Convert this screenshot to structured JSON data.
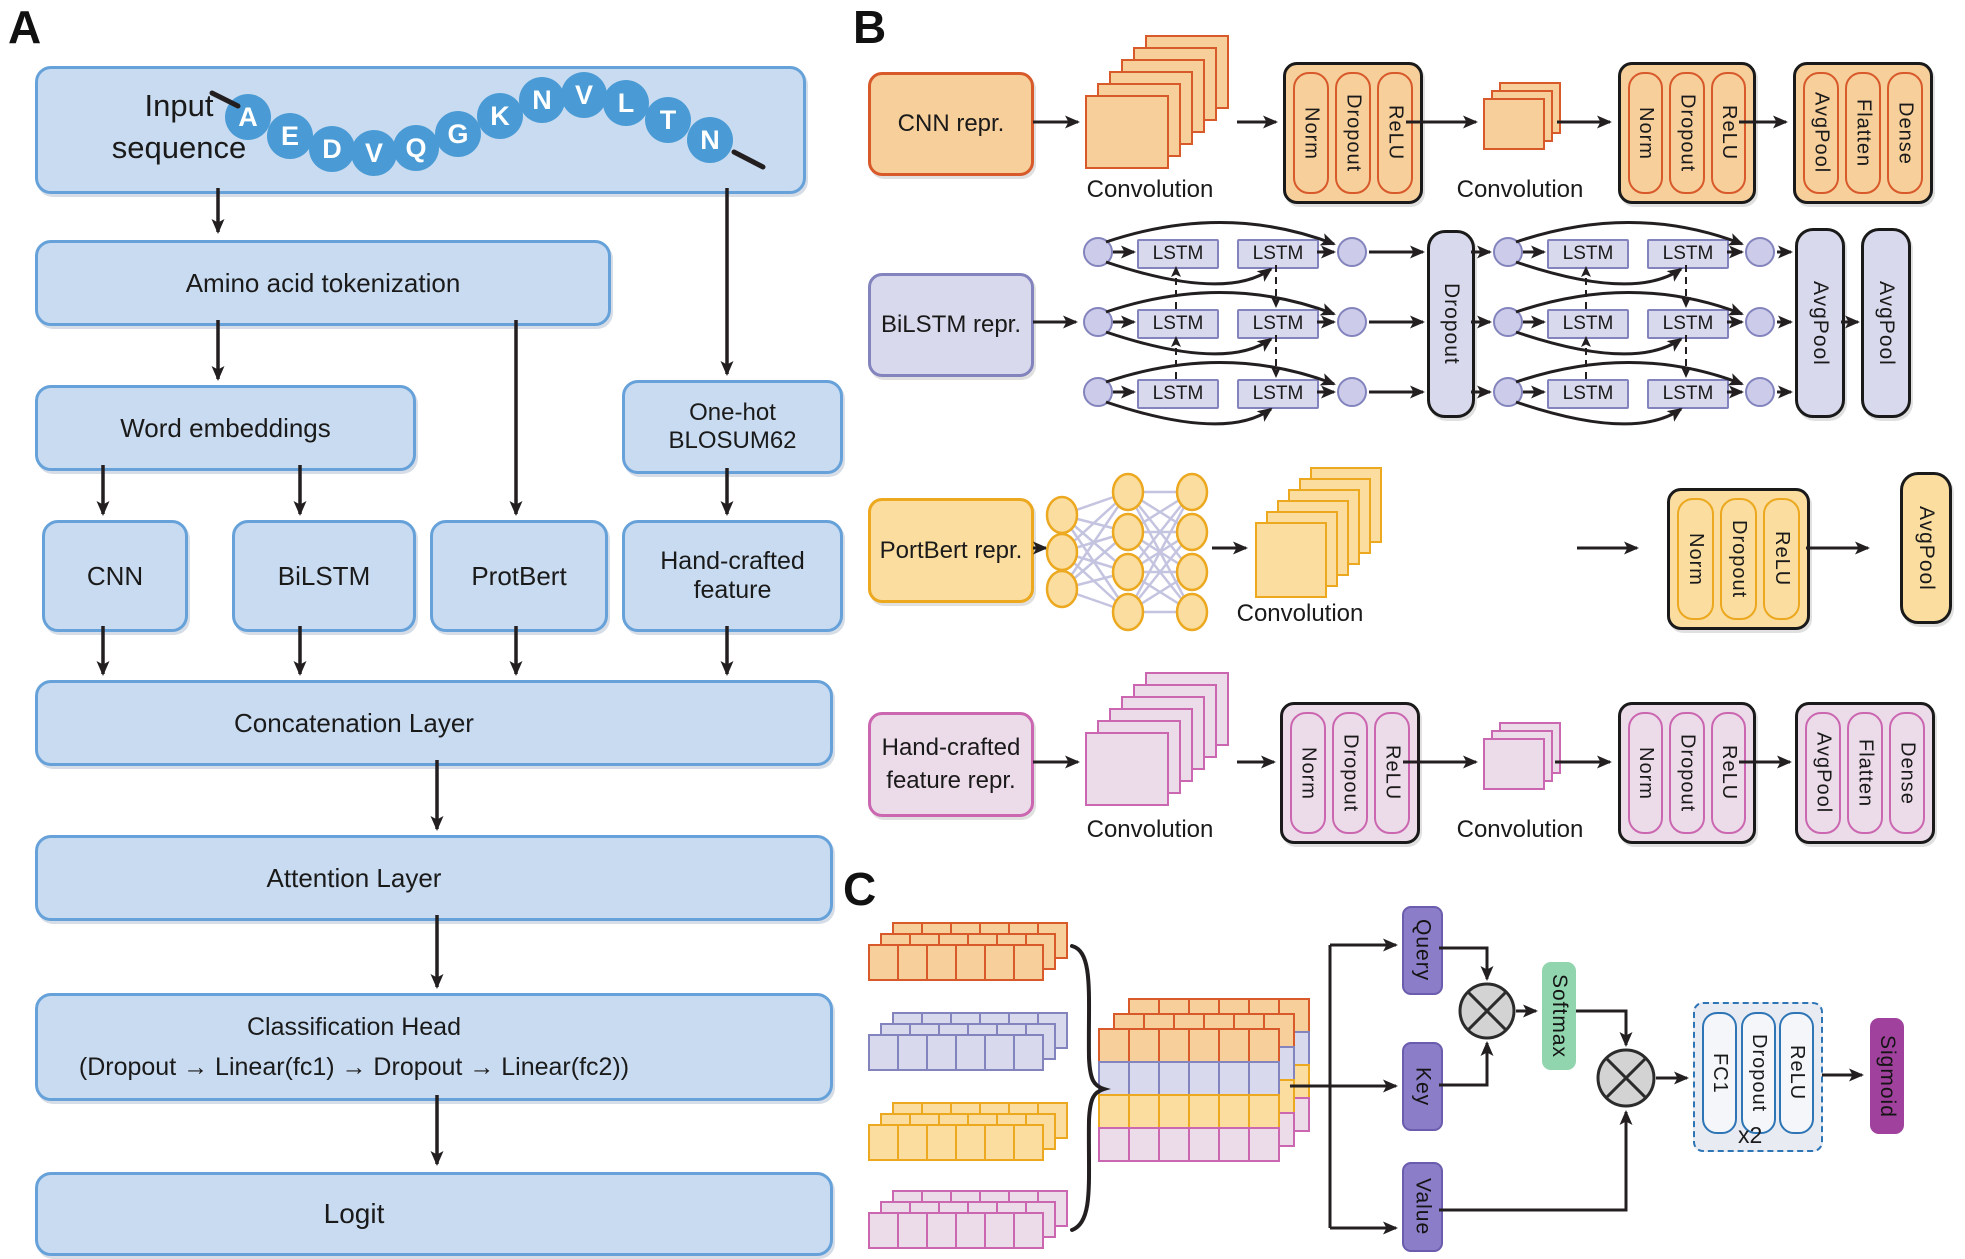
{
  "figure": {
    "panelA": {
      "label": "A",
      "input_title": "Input sequence",
      "sequence_letters": [
        "A",
        "E",
        "D",
        "V",
        "Q",
        "G",
        "K",
        "N",
        "V",
        "L",
        "T",
        "N"
      ],
      "boxes": {
        "tokenization": "Amino acid tokenization",
        "word_embeddings": "Word embeddings",
        "onehot_line1": "One-hot",
        "onehot_line2": "BLOSUM62",
        "cnn": "CNN",
        "bilstm": "BiLSTM",
        "protbert": "ProtBert",
        "handcrafted_line1": "Hand-crafted",
        "handcrafted_line2": "feature",
        "concatenation": "Concatenation Layer",
        "attention": "Attention Layer",
        "classification_line1": "Classification Head",
        "classification_line2": "(Dropout → Linear(fc1) → Dropout → Linear(fc2))",
        "logit": "Logit"
      }
    },
    "panelB": {
      "label": "B",
      "cnn_repr": "CNN repr.",
      "bilstm_repr": "BiLSTM repr.",
      "portbert_repr": "PortBert repr.",
      "handcrafted_repr_line1": "Hand-crafted",
      "handcrafted_repr_line2": "feature repr.",
      "convolution": "Convolution",
      "lstm": "LSTM",
      "norm": "Norm",
      "dropout": "Dropout",
      "relu": "ReLU",
      "avgpool": "AvgPool",
      "flatten": "Flatten",
      "dense": "Dense"
    },
    "panelC": {
      "label": "C",
      "query": "Query",
      "key": "Key",
      "value": "Value",
      "softmax": "Softmax",
      "fc1": "FC1",
      "dropout": "Dropout",
      "relu": "ReLU",
      "repeat": "x2",
      "sigmoid": "Sigmoid"
    },
    "colors": {
      "blue_fill": "#c9dbf0",
      "blue_border": "#66a2d9",
      "circle_blue": "#4a9bd5",
      "orange_fill": "#f6cf9b",
      "orange_border": "#d8592a",
      "lav_fill": "#d9d9ee",
      "lav_border": "#8383bd",
      "gold_fill": "#fadd9f",
      "gold_border": "#eca81f",
      "pink_fill": "#ecdce9",
      "pink_border": "#cb67b1",
      "purple_fill": "#8b7dc7",
      "softmax_green": "#90d5ae",
      "sigmoid_purple": "#a0419d",
      "dashed_blue": "#2e75b6",
      "arrow_black": "#231f20",
      "nn_link": "#c4c4e0"
    }
  }
}
